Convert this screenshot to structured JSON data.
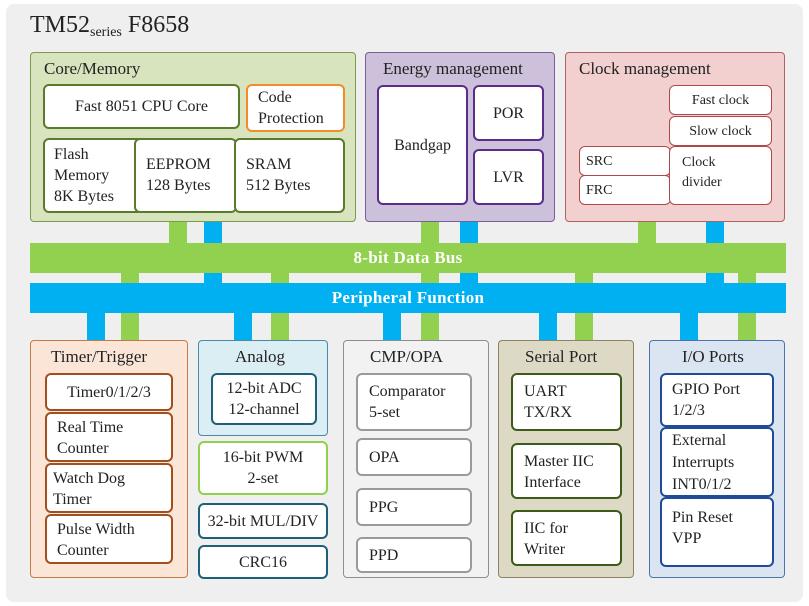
{
  "title": {
    "main": "TM52",
    "sub": "series",
    "model": "F8658"
  },
  "colors": {
    "data_bus": "#92d050",
    "peripheral_bus": "#00b0f0",
    "core_group": "#d7e4bd",
    "energy_group": "#ccc0da",
    "clock_group": "#f2d0d0",
    "timer_group": "#fbe5d6",
    "analog_group": "#dbeef4",
    "cmp_group": "#f2f2f2",
    "serial_group": "#ddd9c4",
    "io_group": "#dbe5f1"
  },
  "core": {
    "label": "Core/Memory",
    "cpu": "Fast 8051 CPU Core",
    "code_protection": [
      "Code",
      "Protection"
    ],
    "flash": [
      "Flash",
      "Memory",
      "8K Bytes"
    ],
    "eeprom": [
      "EEPROM",
      "128 Bytes"
    ],
    "sram": [
      "SRAM",
      "512 Bytes"
    ]
  },
  "energy": {
    "label": "Energy management",
    "bandgap": "Bandgap",
    "por": "POR",
    "lvr": "LVR"
  },
  "clock": {
    "label": "Clock management",
    "fast": "Fast clock",
    "slow": "Slow clock",
    "src": "SRC",
    "frc": "FRC",
    "divider": [
      "Clock",
      "divider"
    ]
  },
  "buses": {
    "data_bus": "8-bit Data Bus",
    "peripheral": "Peripheral Function"
  },
  "timer": {
    "label": "Timer/Trigger",
    "items": [
      [
        "Timer0/1/2/3"
      ],
      [
        "Real Time",
        "Counter"
      ],
      [
        "Watch Dog",
        "Timer"
      ],
      [
        "Pulse Width",
        "Counter"
      ]
    ]
  },
  "analog": {
    "label": "Analog",
    "adc": [
      "12-bit ADC",
      "12-channel"
    ],
    "pwm": [
      "16-bit PWM",
      "2-set"
    ],
    "mul": "32-bit MUL/DIV",
    "crc": "CRC16"
  },
  "cmp": {
    "label": "CMP/OPA",
    "comparator": [
      "Comparator",
      "5-set"
    ],
    "opa": "OPA",
    "ppg": "PPG",
    "ppd": "PPD"
  },
  "serial": {
    "label": "Serial Port",
    "uart": [
      "UART",
      "TX/RX"
    ],
    "iic_master": [
      "Master IIC",
      "Interface"
    ],
    "iic_writer": [
      "IIC for",
      "Writer"
    ]
  },
  "io": {
    "label": "I/O Ports",
    "gpio": [
      "GPIO Port",
      "1/2/3"
    ],
    "interrupts": [
      "External",
      "Interrupts",
      "INT0/1/2"
    ],
    "reset": [
      "Pin Reset",
      "VPP"
    ]
  }
}
